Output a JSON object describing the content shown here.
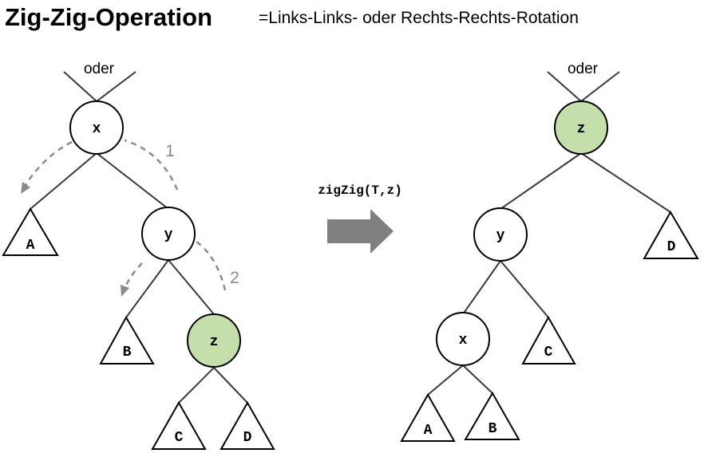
{
  "header": {
    "title": "Zig-Zig-Operation",
    "subtitle": "=Links-Links- oder Rechts-Rechts-Rotation"
  },
  "before_tree": {
    "connector_label": "oder",
    "nodes": {
      "x": "x",
      "y": "y",
      "z": "z"
    },
    "subtrees": {
      "a": "A",
      "b": "B",
      "c": "C",
      "d": "D"
    },
    "rotation_steps": [
      "1",
      "2"
    ],
    "highlighted_node": "z"
  },
  "operation": {
    "label": "zigZig(T,z)"
  },
  "after_tree": {
    "connector_label": "oder",
    "nodes": {
      "x": "x",
      "y": "y",
      "z": "z"
    },
    "subtrees": {
      "a": "A",
      "b": "B",
      "c": "C",
      "d": "D"
    },
    "highlighted_node": "z"
  },
  "colors": {
    "highlight_fill": "#c5dfaa",
    "arrow": "#808080",
    "dashed_arrow": "#8a8a8a"
  }
}
